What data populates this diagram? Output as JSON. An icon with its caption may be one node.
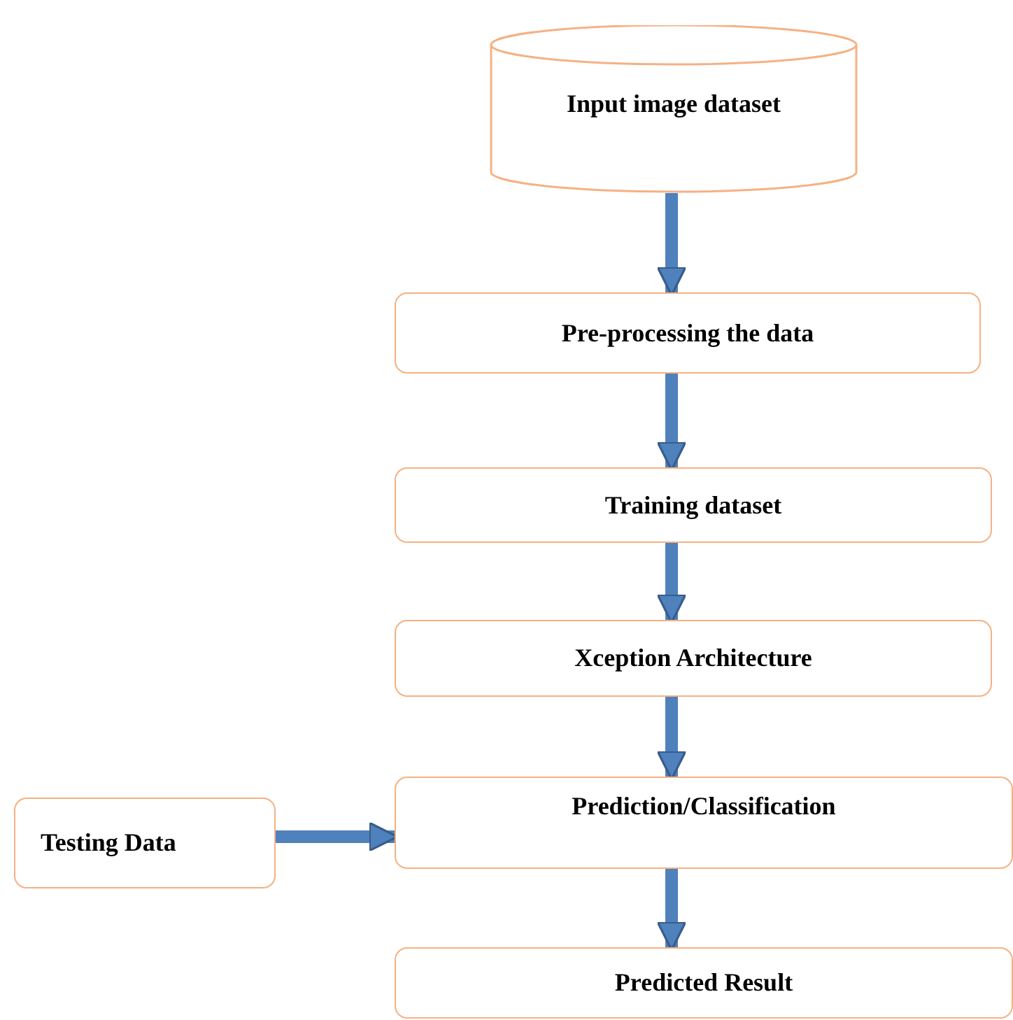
{
  "diagram": {
    "nodes": [
      {
        "text": [
          "Input image dataset"
        ]
      },
      {
        "text": [
          "Pre-processing the data"
        ]
      },
      {
        "text": [
          "Training dataset"
        ]
      },
      {
        "text": [
          "Xception Architecture"
        ]
      },
      {
        "text": [
          "Testing Data"
        ]
      },
      {
        "text": [
          "Prediction/Classification"
        ]
      },
      {
        "text": [
          "Predicted Result"
        ]
      }
    ],
    "edges": [
      {
        "from": 0,
        "to": 1,
        "arrow": "to"
      },
      {
        "from": 1,
        "to": 2,
        "arrow": "to"
      },
      {
        "from": 2,
        "to": 3,
        "arrow": "to"
      },
      {
        "from": 3,
        "to": 5,
        "arrow": "to"
      },
      {
        "from": 4,
        "to": 5,
        "arrow": "to"
      },
      {
        "from": 5,
        "to": 6,
        "arrow": "to"
      }
    ]
  }
}
